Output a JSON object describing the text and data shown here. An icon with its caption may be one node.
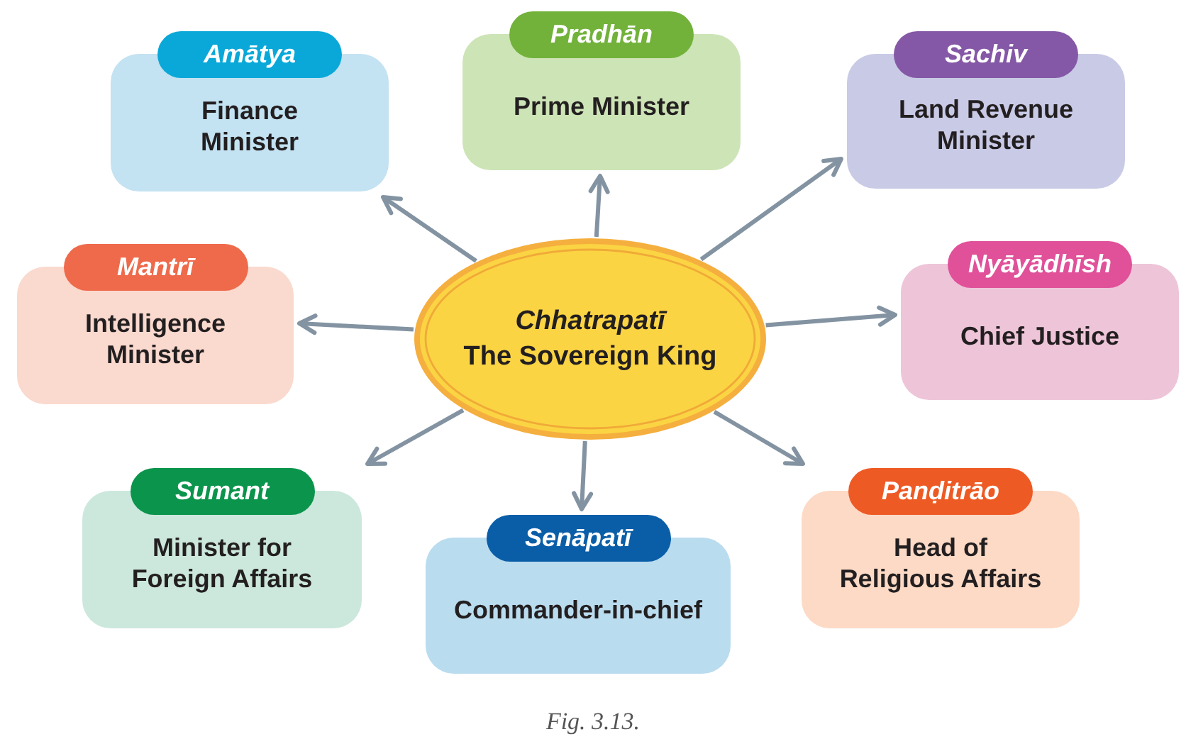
{
  "diagram": {
    "caption": "Fig. 3.13.",
    "nodes": [
      {
        "text": [
          "Amātya",
          "Finance Minister"
        ]
      },
      {
        "text": [
          "Pradhān",
          "Prime Minister"
        ]
      },
      {
        "text": [
          "Sachiv",
          "Land Revenue Minister"
        ]
      },
      {
        "text": [
          "Mantrī",
          "Intelligence Minister"
        ]
      },
      {
        "text": [
          "Chhatrapatī",
          "The Sovereign King"
        ]
      },
      {
        "text": [
          "Nyāyādhīsh",
          "Chief Justice"
        ]
      },
      {
        "text": [
          "Sumant",
          "Minister for Foreign Affairs"
        ]
      },
      {
        "text": [
          "Senāpatī",
          "Commander-in-chief"
        ]
      },
      {
        "text": [
          "Panḍitrāo",
          "Head of Religious Affairs"
        ]
      }
    ],
    "edges": [
      {
        "from": 4,
        "to": 0,
        "arrow": "to"
      },
      {
        "from": 4,
        "to": 1,
        "arrow": "to"
      },
      {
        "from": 4,
        "to": 2,
        "arrow": "to"
      },
      {
        "from": 4,
        "to": 3,
        "arrow": "to"
      },
      {
        "from": 4,
        "to": 5,
        "arrow": "to"
      },
      {
        "from": 4,
        "to": 6,
        "arrow": "to"
      },
      {
        "from": 4,
        "to": 7,
        "arrow": "to"
      },
      {
        "from": 4,
        "to": 8,
        "arrow": "to"
      }
    ]
  }
}
